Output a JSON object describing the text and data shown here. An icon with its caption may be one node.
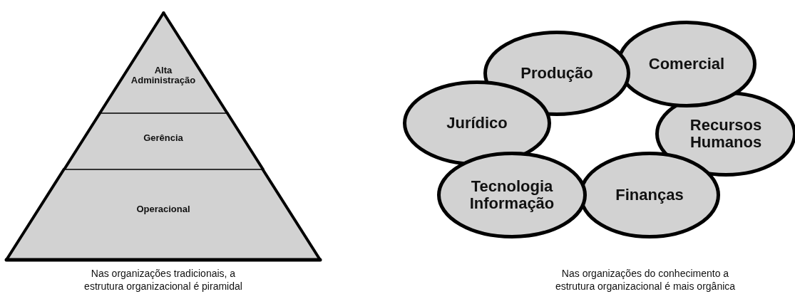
{
  "diagram": {
    "nodes": [
      {
        "text": [
          "Alta Administração"
        ]
      },
      {
        "text": [
          "Gerência"
        ]
      },
      {
        "text": [
          "Operacional"
        ]
      },
      {
        "text": [
          "Produção"
        ]
      },
      {
        "text": [
          "Comercial"
        ]
      },
      {
        "text": [
          "Jurídico"
        ]
      },
      {
        "text": [
          "Recursos Humanos"
        ]
      },
      {
        "text": [
          "Tecnologia Informação"
        ]
      },
      {
        "text": [
          "Finanças"
        ]
      }
    ],
    "edges": [],
    "labels": [
      "Nas organizações tradicionais, a estrutura organizacional é piramidal",
      "Nas organizações do conhecimento a estrutura organizacional é mais orgânica"
    ]
  }
}
